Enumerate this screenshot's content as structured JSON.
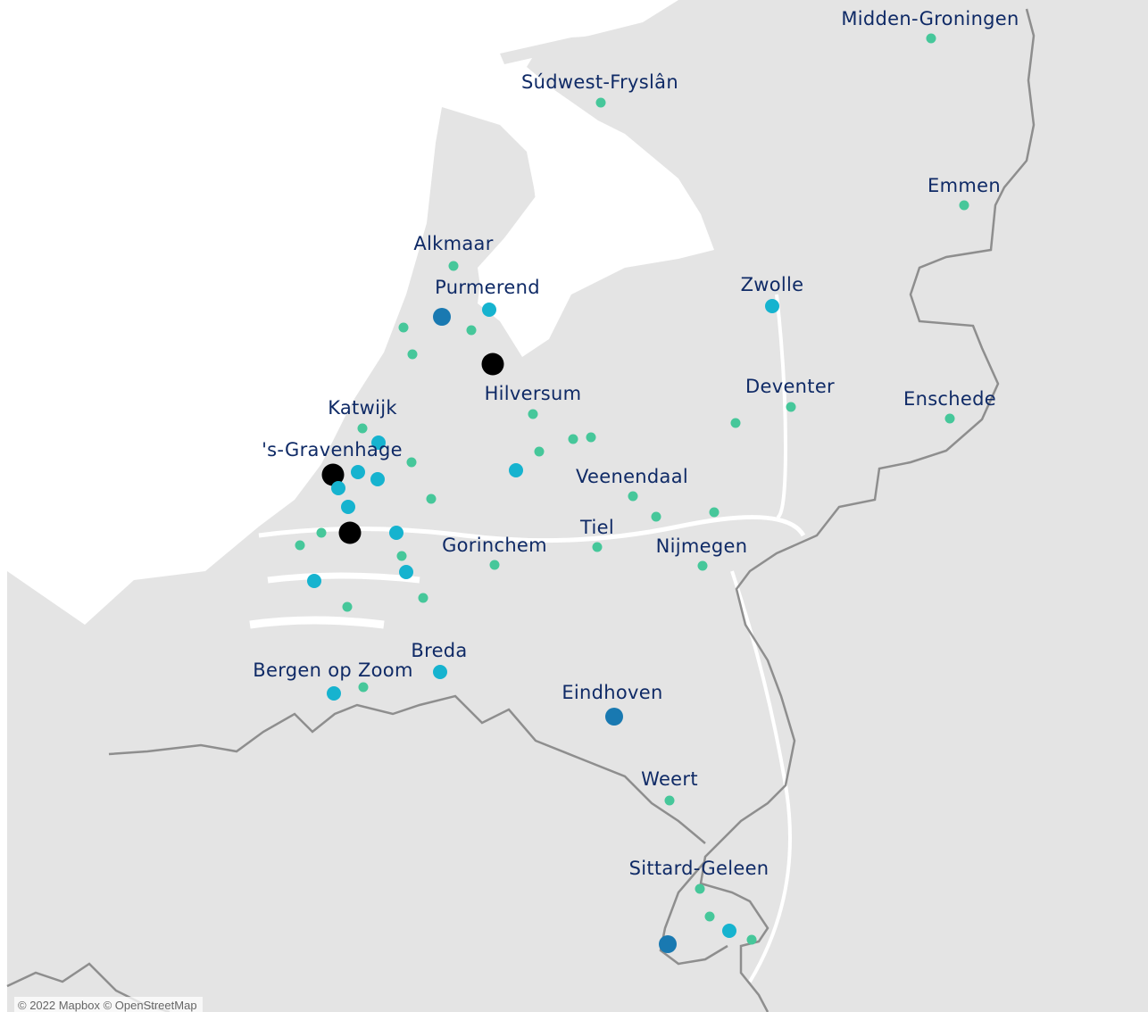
{
  "map": {
    "colors": {
      "land": "#e4e4e4",
      "land_alt": "#dcdcdc",
      "water": "#ffffff",
      "border": "#8e8e8e",
      "label": "#0f2a66",
      "dot_small": "#46c79a",
      "dot_medium": "#16b3cf",
      "dot_large": "#1979b1",
      "dot_xlarge": "#000000"
    },
    "labels": [
      {
        "name": "Midden-Groningen"
      },
      {
        "name": "Súdwest-Fryslân"
      },
      {
        "name": "Emmen"
      },
      {
        "name": "Alkmaar"
      },
      {
        "name": "Purmerend"
      },
      {
        "name": "Zwolle"
      },
      {
        "name": "Hilversum"
      },
      {
        "name": "Deventer"
      },
      {
        "name": "Katwijk"
      },
      {
        "name": "Enschede"
      },
      {
        "name": "'s-Gravenhage"
      },
      {
        "name": "Veenendaal"
      },
      {
        "name": "Tiel"
      },
      {
        "name": "Gorinchem"
      },
      {
        "name": "Nijmegen"
      },
      {
        "name": "Breda"
      },
      {
        "name": "Bergen op Zoom"
      },
      {
        "name": "Eindhoven"
      },
      {
        "name": "Weert"
      },
      {
        "name": "Sittard-Geleen"
      }
    ],
    "attribution": "© 2022 Mapbox © OpenStreetMap"
  }
}
